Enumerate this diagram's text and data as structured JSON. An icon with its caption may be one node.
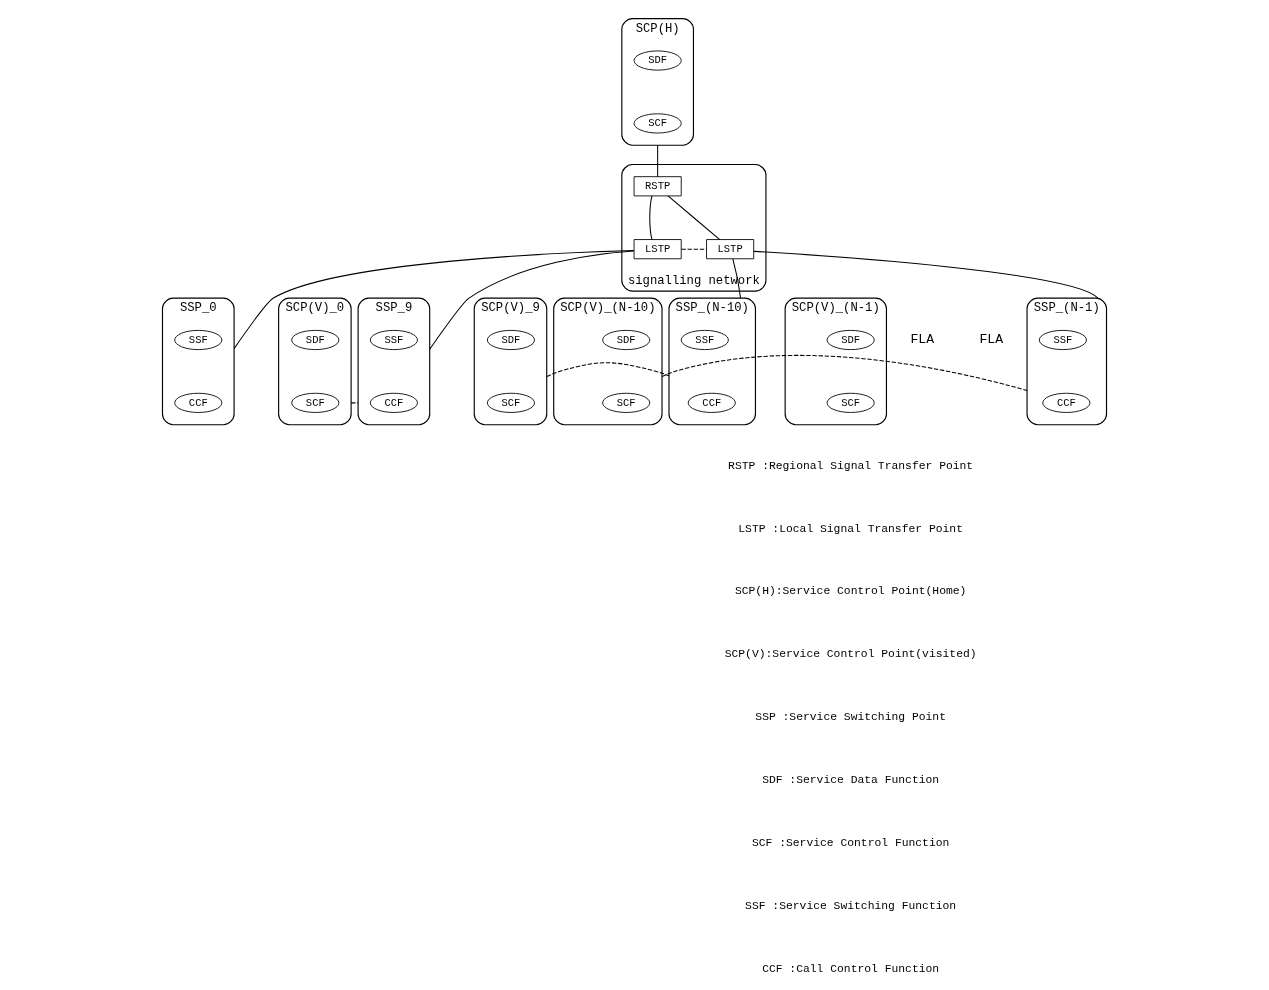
{
  "diagram": {
    "nodes": [
      {
        "text": [
          "SCP(H)"
        ]
      },
      {
        "text": [
          "SDF"
        ],
        "in": 0
      },
      {
        "text": [
          "SCF"
        ],
        "in": 0
      },
      {
        "text": [
          "signalling network"
        ]
      },
      {
        "text": [
          "RSTP"
        ],
        "in": 3
      },
      {
        "text": [
          "LSTP"
        ],
        "in": 3
      },
      {
        "text": [
          "LSTP"
        ],
        "in": 3
      },
      {
        "text": [
          "SSP_0"
        ]
      },
      {
        "text": [
          "SSF"
        ],
        "in": 7
      },
      {
        "text": [
          "CCF"
        ],
        "in": 7
      },
      {
        "text": [
          "SCP(V)_0"
        ]
      },
      {
        "text": [
          "SDF"
        ],
        "in": 10
      },
      {
        "text": [
          "SCF"
        ],
        "in": 10
      },
      {
        "text": [
          "SSP_9"
        ]
      },
      {
        "text": [
          "SSF"
        ],
        "in": 13
      },
      {
        "text": [
          "CCF"
        ],
        "in": 13
      },
      {
        "text": [
          "SCP(V)_9"
        ]
      },
      {
        "text": [
          "SDF"
        ],
        "in": 16
      },
      {
        "text": [
          "SCF"
        ],
        "in": 16
      },
      {
        "text": [
          "SSP_(N-10)"
        ]
      },
      {
        "text": [
          "SSF"
        ],
        "in": 19
      },
      {
        "text": [
          "CCF"
        ],
        "in": 19
      },
      {
        "text": [
          "SCP(V)_(N-10)"
        ]
      },
      {
        "text": [
          "SDF"
        ],
        "in": 22
      },
      {
        "text": [
          "SCF"
        ],
        "in": 22
      },
      {
        "text": [
          "SSP_(N-1)"
        ]
      },
      {
        "text": [
          "SSF"
        ],
        "in": 25
      },
      {
        "text": [
          "CCF"
        ],
        "in": 25
      },
      {
        "text": [
          "SCP(V)_(N-1)"
        ]
      },
      {
        "text": [
          "SDF"
        ],
        "in": 28
      },
      {
        "text": [
          "SCF"
        ],
        "in": 28
      }
    ],
    "edges": [
      {
        "from": 0,
        "to": 4,
        "arrow": "none"
      },
      {
        "from": 4,
        "to": 5,
        "arrow": "none"
      },
      {
        "from": 4,
        "to": 6,
        "arrow": "none"
      },
      {
        "from": 5,
        "to": 6,
        "arrow": "none",
        "style": "dashed"
      },
      {
        "from": 5,
        "to": 7,
        "arrow": "none"
      },
      {
        "from": 5,
        "to": 13,
        "arrow": "none"
      },
      {
        "from": 6,
        "to": 19,
        "arrow": "none"
      },
      {
        "from": 6,
        "to": 25,
        "arrow": "none"
      },
      {
        "from": 10,
        "to": 13,
        "arrow": "none",
        "style": "dashed"
      },
      {
        "from": 16,
        "to": 19,
        "arrow": "none",
        "style": "dashed"
      },
      {
        "from": 22,
        "to": 25,
        "arrow": "none",
        "style": "dashed"
      }
    ],
    "labels": [
      "FLA",
      "FLA",
      "RSTP :Regional Signal Transfer Point",
      "LSTP :Local Signal Transfer Point",
      "SCP(H):Service Control Point(Home)",
      "SCP(V):Service Control Point(visited)",
      "SSP :Service Switching Point",
      "SDF :Service Data Function",
      "SCF :Service Control Function",
      "SSF :Service Switching Function",
      "CCF :Call Control Function"
    ]
  }
}
